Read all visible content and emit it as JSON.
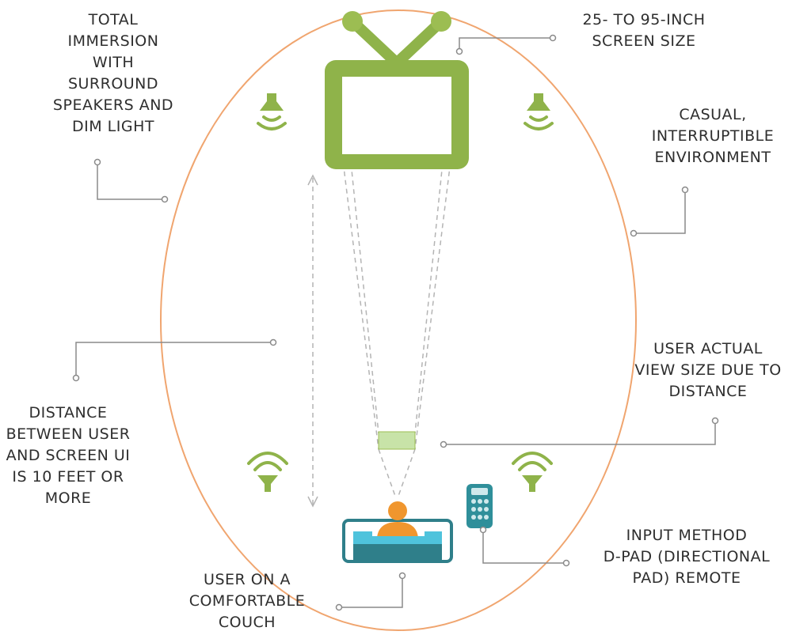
{
  "colors": {
    "ellipse": "#f0a56f",
    "tv_green": "#8fb34a",
    "tv_green_light": "#a6c45f",
    "speaker_green": "#8fb34a",
    "connector": "#8a8a8a",
    "dashed": "#b4b4b4",
    "couch_teal": "#2f7f8a",
    "couch_blue": "#4fc3dc",
    "user_orange": "#f0962e",
    "remote_teal": "#2f8f9a",
    "remote_light": "#cfe9ec",
    "view_box": "#c8e3a8",
    "text": "#2e2e2e"
  },
  "icons": {
    "tv": "television-icon",
    "speaker": "speaker-icon",
    "couch": "couch-icon",
    "user": "user-icon",
    "remote": "remote-control-icon"
  },
  "labels": {
    "immersion": "TOTAL\nIMMERSION\nWITH\nSURROUND\nSPEAKERS AND\nDIM LIGHT",
    "screen_size": "25- TO 95-INCH\nSCREEN SIZE",
    "environment": "CASUAL,\nINTERRUPTIBLE\nENVIRONMENT",
    "view_size": "USER ACTUAL\nVIEW SIZE DUE TO\nDISTANCE",
    "distance": "DISTANCE\nBETWEEN USER\nAND SCREEN UI\nIS 10 FEET OR\nMORE",
    "input": "INPUT METHOD\nD-PAD (DIRECTIONAL\nPAD) REMOTE",
    "couch": "USER ON A\nCOMFORTABLE\nCOUCH"
  }
}
